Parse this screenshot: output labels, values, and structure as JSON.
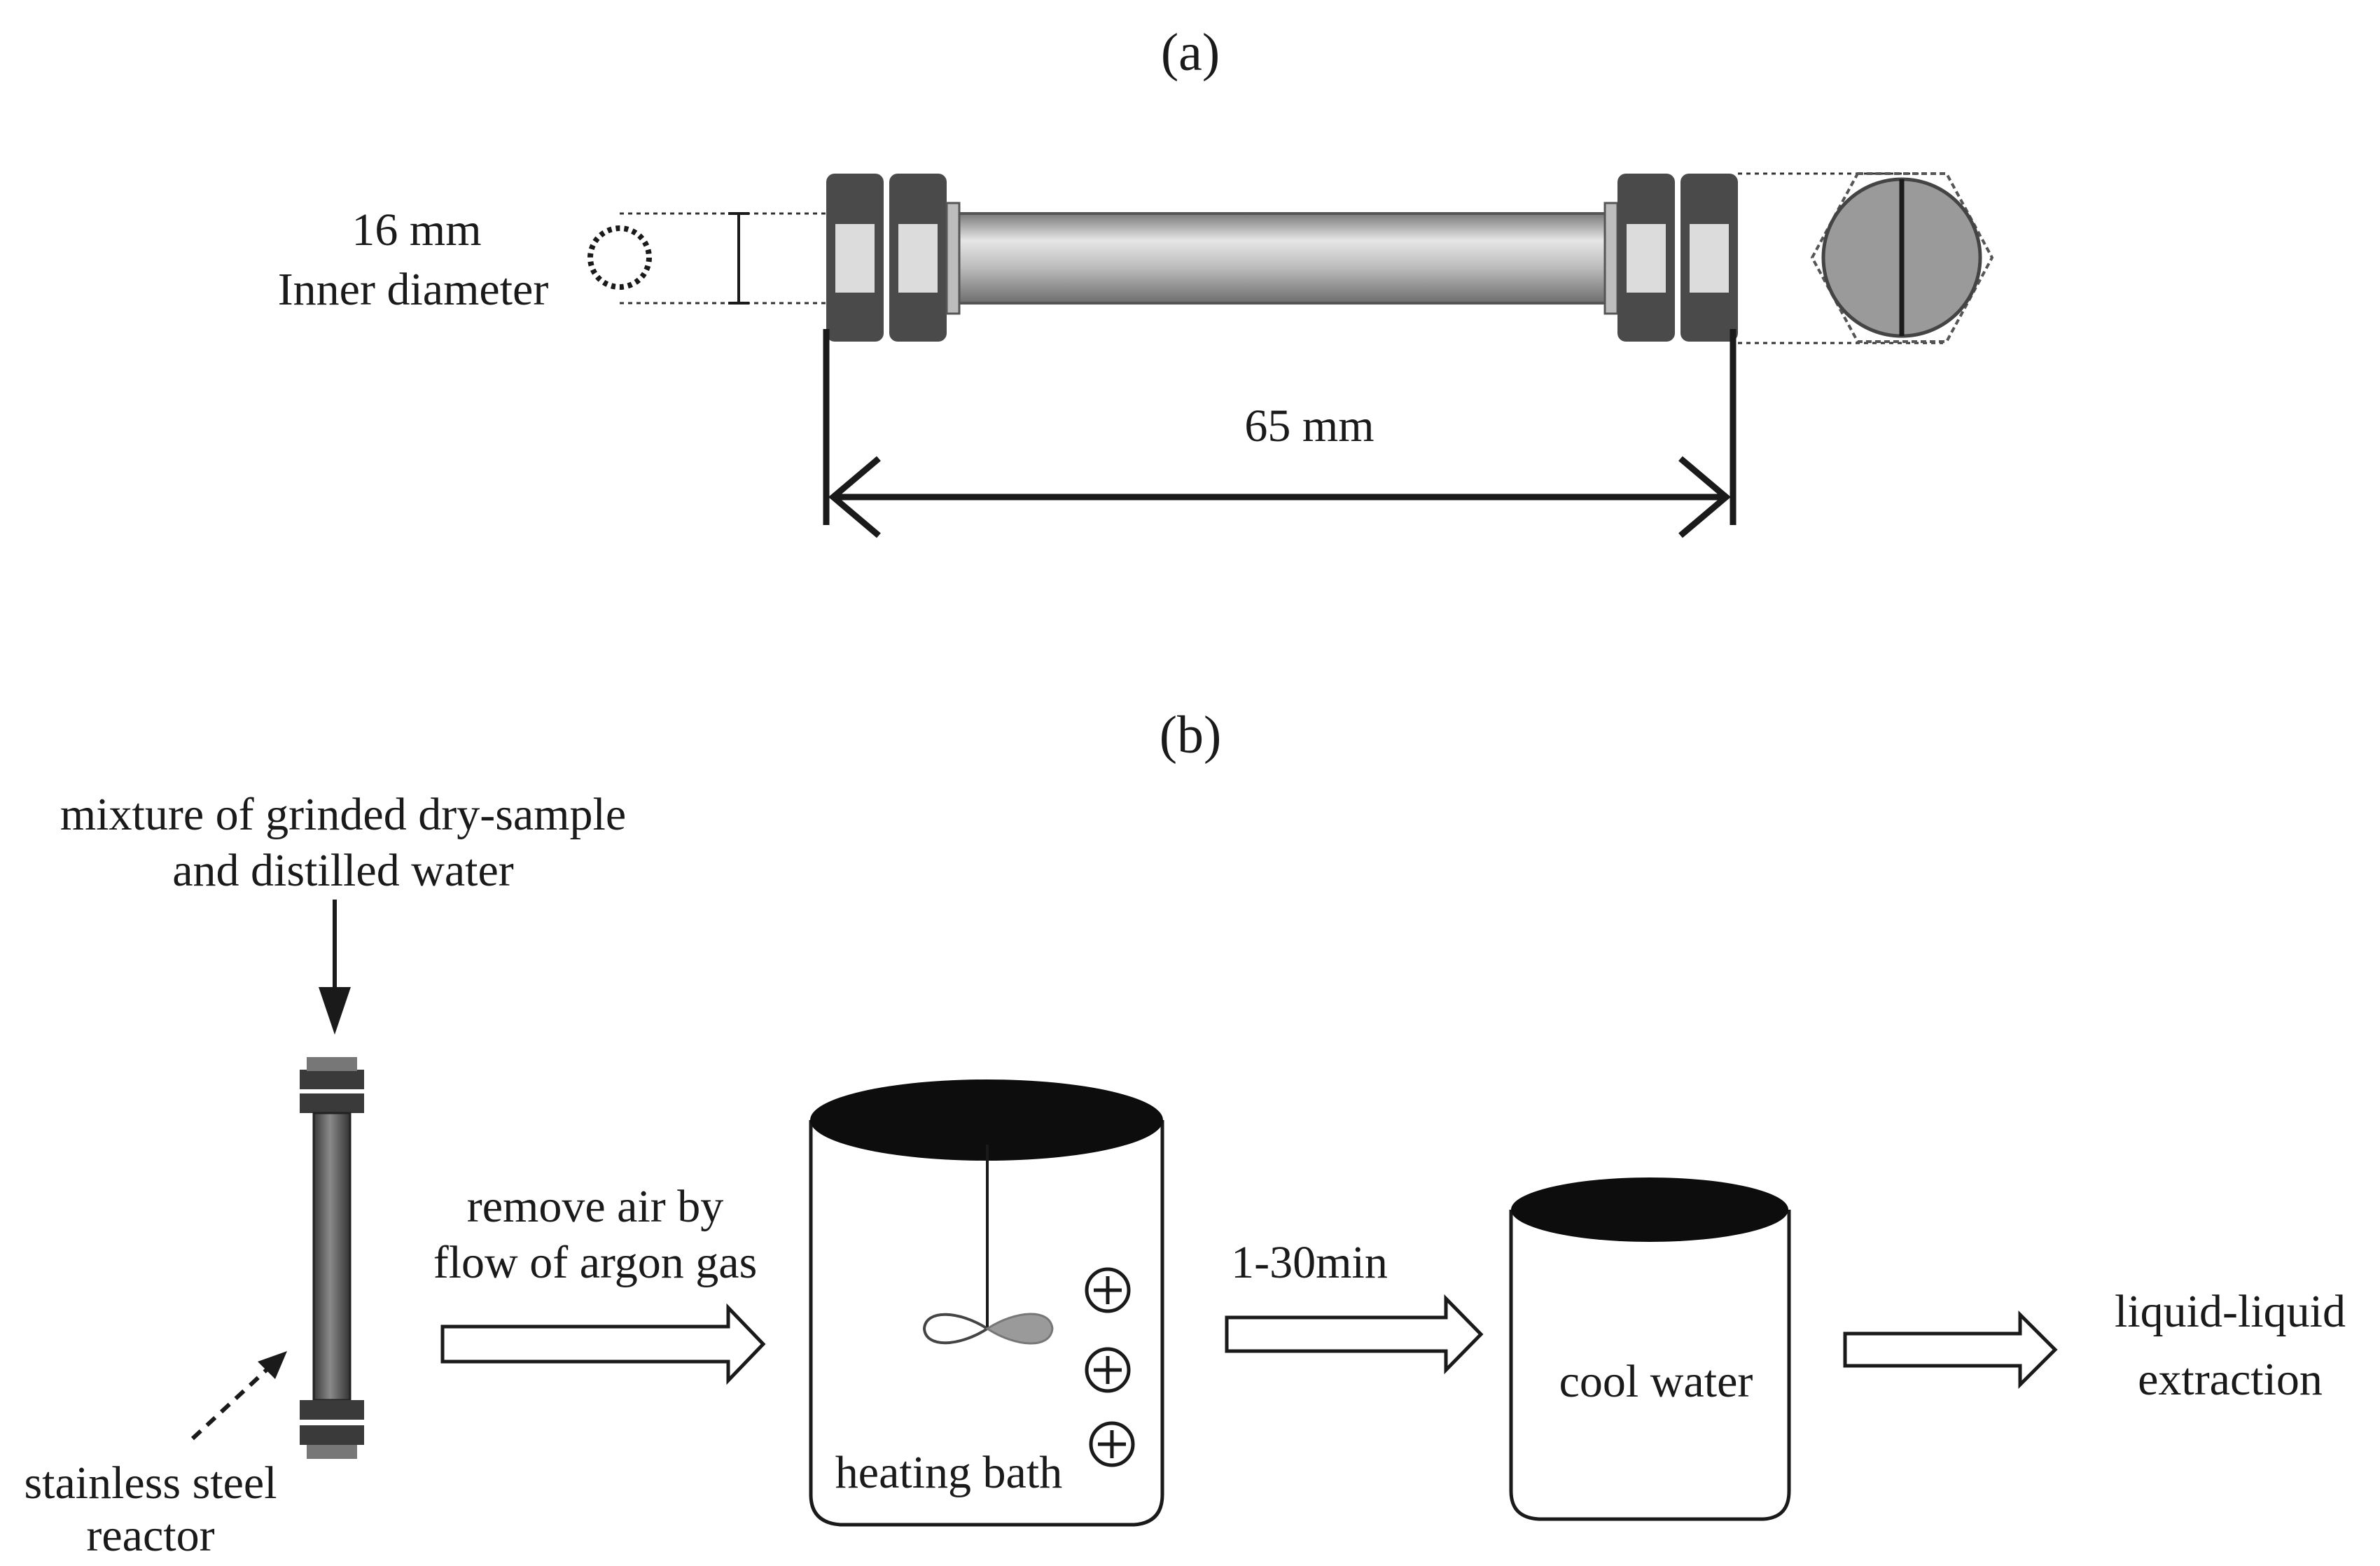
{
  "panel_a": {
    "label": "(a)",
    "diameter_value": "16 mm",
    "diameter_caption": "Inner diameter",
    "length_value": "65 mm"
  },
  "panel_b": {
    "label": "(b)",
    "feed_line1": "mixture of grinded dry-sample",
    "feed_line2": "and distilled water",
    "reactor_line1": "stainless steel",
    "reactor_line2": "reactor",
    "step1_line1": "remove air by",
    "step1_line2": "flow of argon gas",
    "bath_label": "heating bath",
    "time_label": "1-30min",
    "cool_label": "cool water",
    "final_line1": "liquid-liquid",
    "final_line2": "extraction"
  },
  "colors": {
    "ink": "#1a1a1a",
    "metal_light": "#d9d9d9",
    "metal_mid": "#a8a8a8",
    "metal_dark": "#555555",
    "cap_fill": "#9a9a9a"
  },
  "icons": [
    "plus-circle-icon",
    "stirrer-icon",
    "hex-end-cap-icon",
    "ring-cross-section-icon"
  ]
}
